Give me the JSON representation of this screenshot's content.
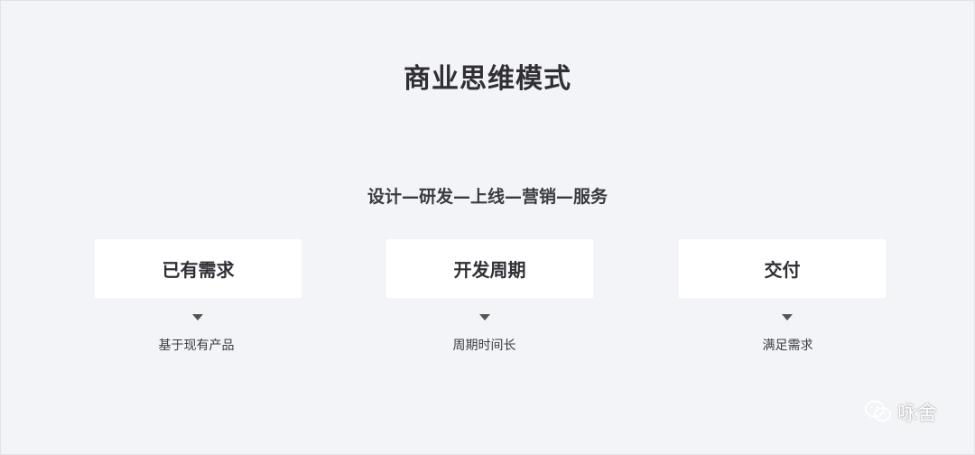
{
  "diagram": {
    "title": "商业思维模式",
    "subtitle": "设计—研发—上线—营销—服务",
    "columns": [
      {
        "card": "已有需求",
        "note": "基于现有产品"
      },
      {
        "card": "开发周期",
        "note": "周期时间长"
      },
      {
        "card": "交付",
        "note": "满足需求"
      }
    ]
  },
  "watermark": {
    "icon": "wechat-icon",
    "text": "咏舍"
  }
}
